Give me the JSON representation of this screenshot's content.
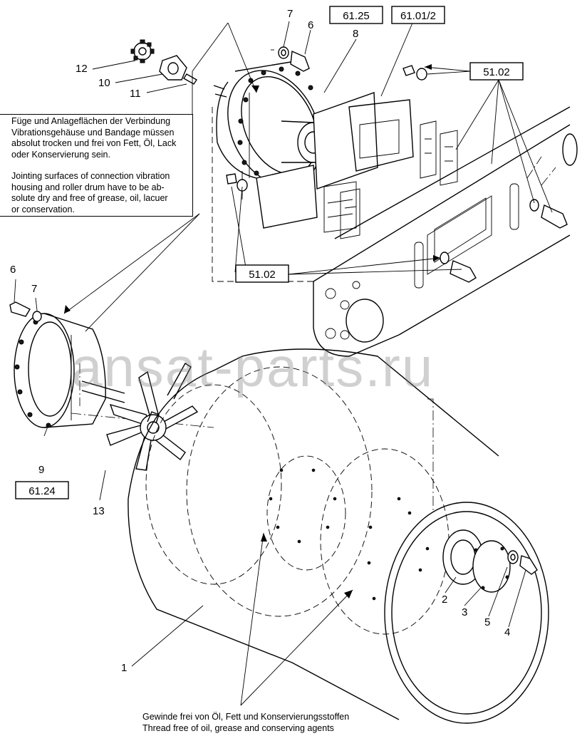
{
  "refs": {
    "r61_25": "61.25",
    "r61_01_2": "61.01/2",
    "r51_02_top": "51.02",
    "r51_02_mid": "51.02",
    "r61_24": "61.24"
  },
  "callouts": {
    "c1": "1",
    "c2": "2",
    "c3": "3",
    "c4": "4",
    "c5": "5",
    "c6a": "6",
    "c6b": "6",
    "c7a": "7",
    "c7b": "7",
    "c8": "8",
    "c9": "9",
    "c10": "10",
    "c11": "11",
    "c12": "12",
    "c13": "13"
  },
  "notes": {
    "jointing": {
      "de1": "Füge und Anlageflächen der Verbindung",
      "de2": "Vibrationsgehäuse und Bandage müssen",
      "de3": "absolut trocken und frei von Fett, Öl, Lack",
      "de4": "oder Konservierung sein.",
      "en1": "Jointing surfaces of connection vibration",
      "en2": "housing and roller drum have to be ab-",
      "en3": "solute dry and free of grease, oil, lacuer",
      "en4": "or conservation."
    },
    "thread": {
      "de": "Gewinde frei von Öl, Fett und Konservierungsstoffen",
      "en": "Thread free of oil, grease and conserving agents"
    }
  },
  "watermark": "ansat-parts.ru"
}
